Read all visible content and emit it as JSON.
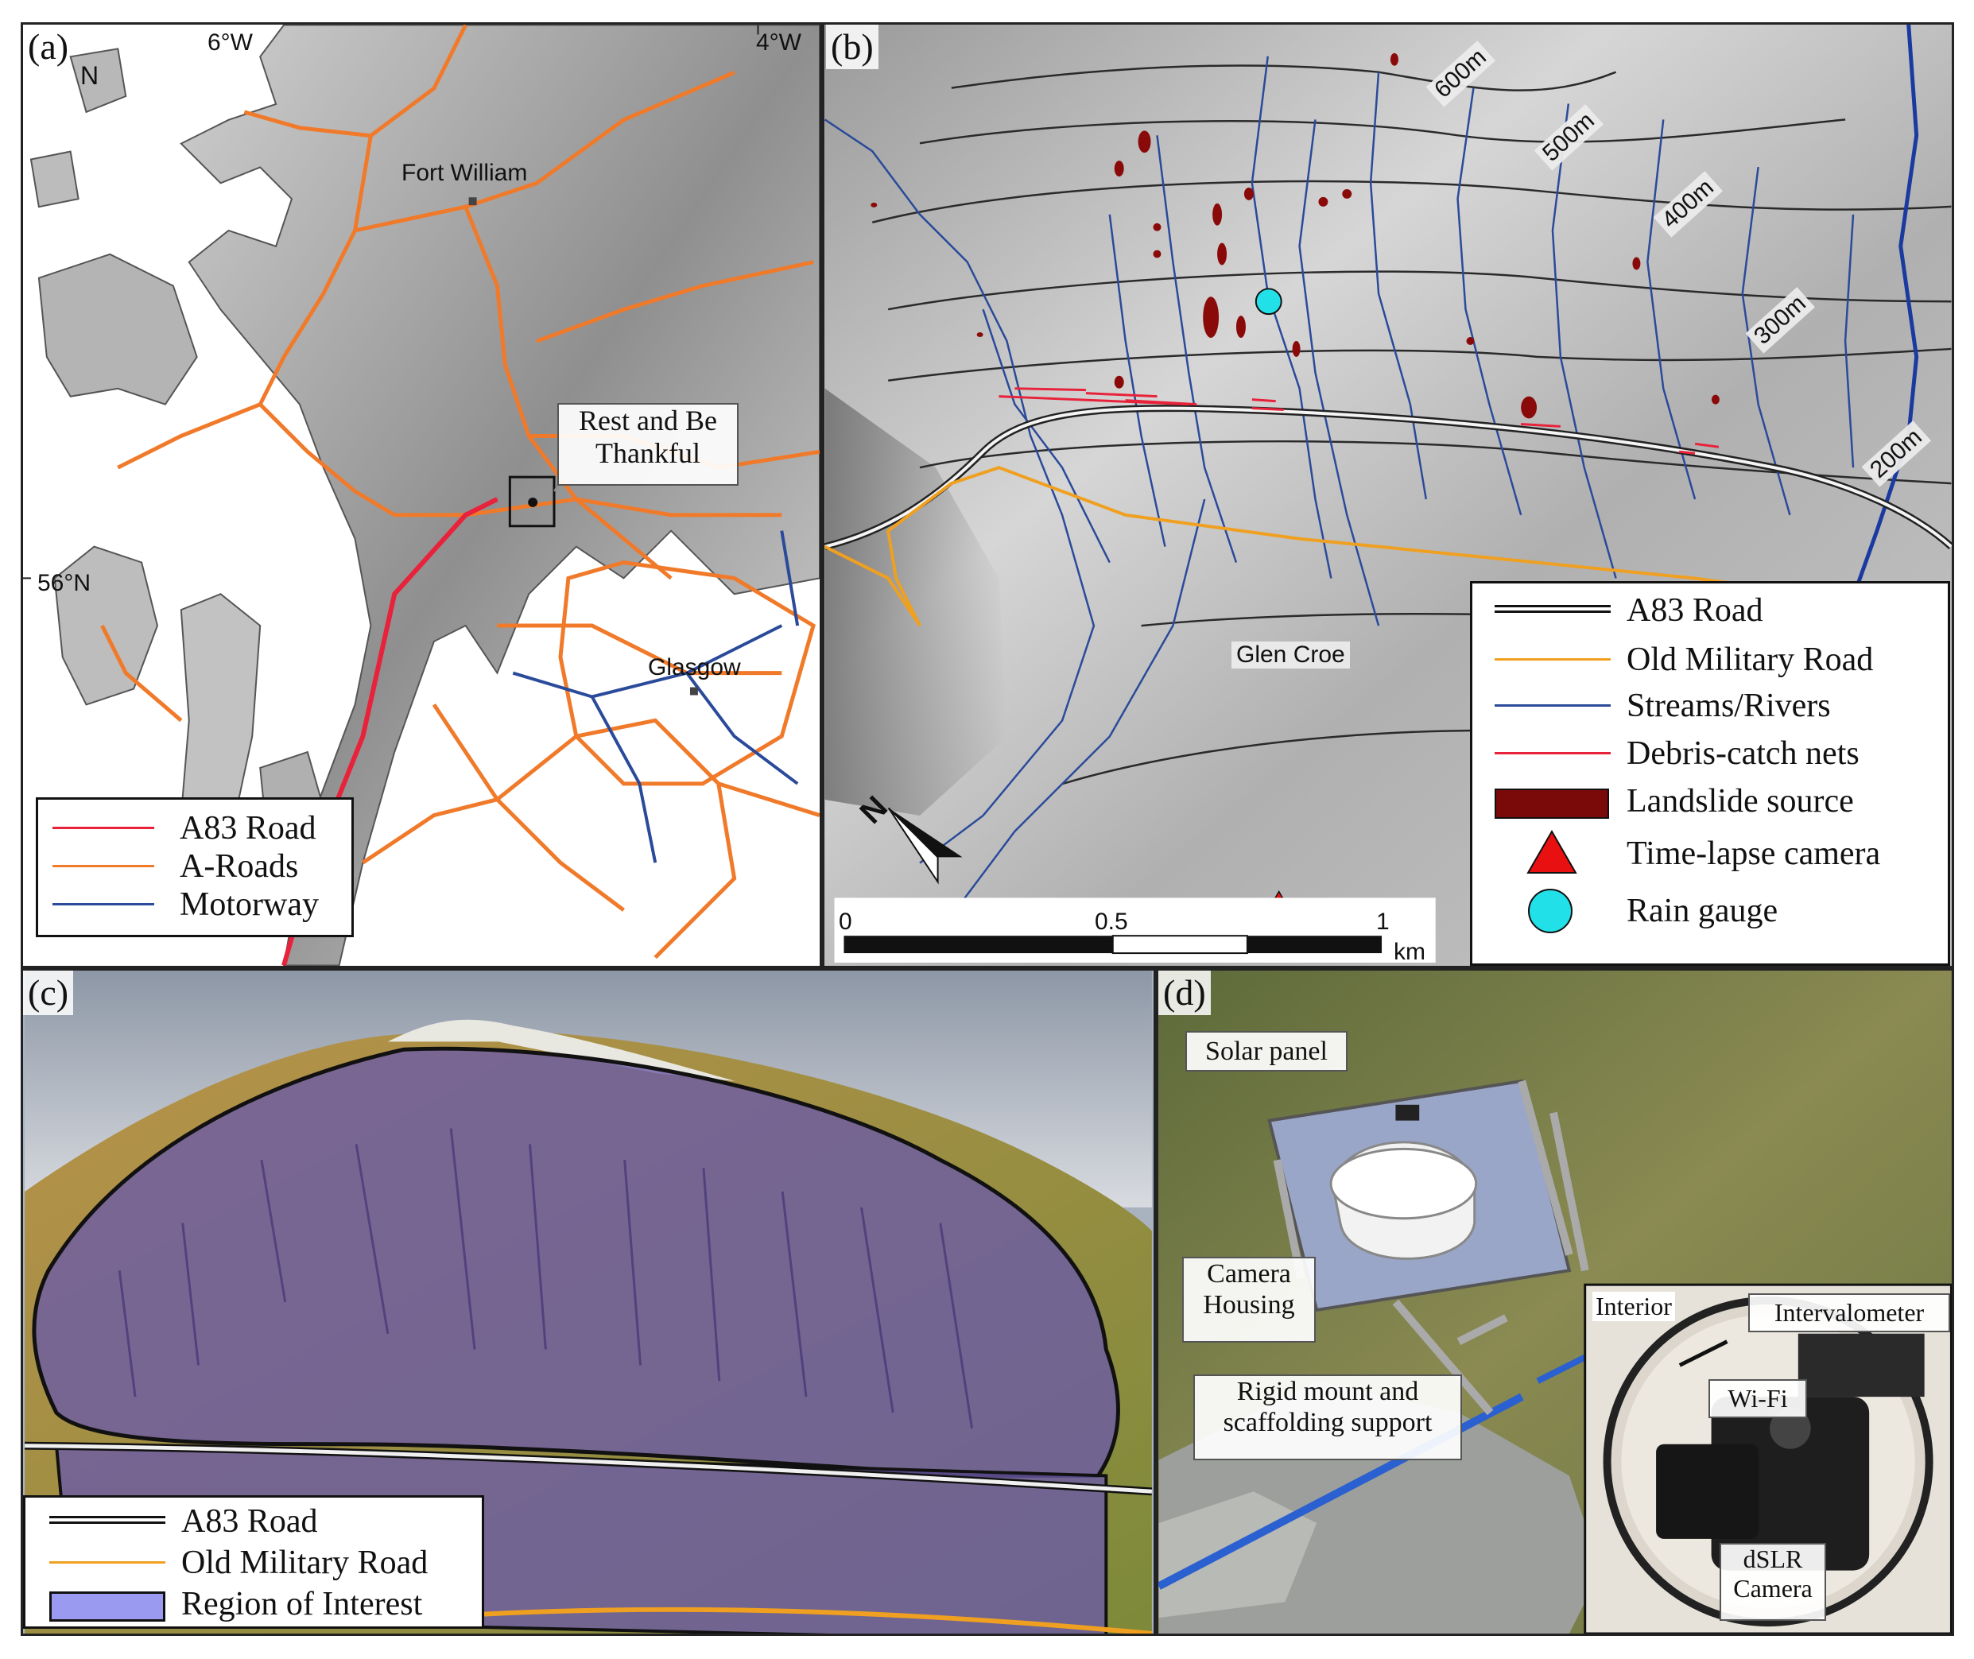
{
  "panel_a": {
    "label": "(a)",
    "north": "N",
    "lon_left": "6°W",
    "lon_right": "4°W",
    "lat": "56°N",
    "place_fort_william": "Fort William",
    "place_glasgow": "Glasgow",
    "callout_line1": "Rest and Be",
    "callout_line2": "Thankful",
    "legend": [
      {
        "label": "A83 Road",
        "color": "#e8223a"
      },
      {
        "label": "A-Roads",
        "color": "#f07a2a"
      },
      {
        "label": "Motorway",
        "color": "#2a4a9a"
      }
    ]
  },
  "panel_b": {
    "label": "(b)",
    "contours": [
      "600m",
      "500m",
      "400m",
      "300m",
      "200m"
    ],
    "place": "Glen Croe",
    "north": "N",
    "scale_0": "0",
    "scale_05": "0.5",
    "scale_1": "1",
    "scale_unit": "km",
    "legend": [
      {
        "label": "A83 Road",
        "color": "#111111"
      },
      {
        "label": "Old Military Road",
        "color": "#f0a020"
      },
      {
        "label": "Streams/Rivers",
        "color": "#2a4a9a"
      },
      {
        "label": "Debris-catch nets",
        "color": "#e8223a"
      },
      {
        "label": "Landslide source",
        "color": "#7a0a0a"
      },
      {
        "label": "Time-lapse camera",
        "color": "#e81010"
      },
      {
        "label": "Rain gauge",
        "color": "#22e0e8"
      }
    ]
  },
  "panel_c": {
    "label": "(c)",
    "legend": [
      {
        "label": "A83 Road",
        "color": "#111111"
      },
      {
        "label": "Old Military Road",
        "color": "#f0a020"
      },
      {
        "label": "Region of Interest",
        "color": "#9a9af0"
      }
    ]
  },
  "panel_d": {
    "label": "(d)",
    "solar_panel": "Solar panel",
    "camera_housing_1": "Camera",
    "camera_housing_2": "Housing",
    "mount_1": "Rigid mount and",
    "mount_2": "scaffolding support",
    "interior": "Interior",
    "intervalometer": "Intervalometer",
    "wifi": "Wi-Fi",
    "dslr_1": "dSLR",
    "dslr_2": "Camera"
  }
}
